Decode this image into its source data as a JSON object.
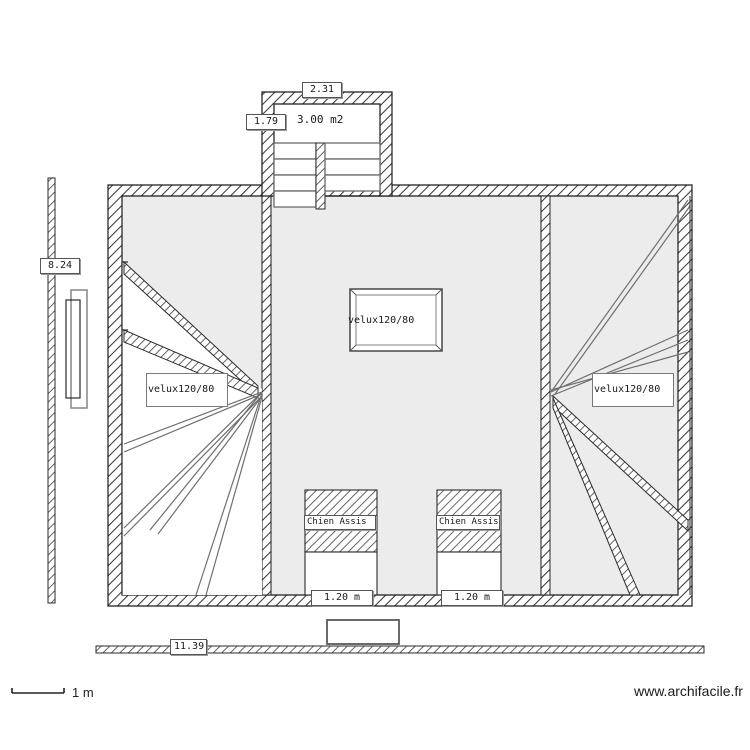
{
  "app": {
    "kind": "floor-plan-drawing",
    "watermark": "www.archifacile.fr"
  },
  "scale_bar": {
    "label": "1 m"
  },
  "colors": {
    "wall_outline": "#1a1a1a",
    "wall_hatch": "#4a4a4a",
    "room_fill": "#ececec",
    "white_fill": "#ffffff",
    "roof_line": "#6f6f6f",
    "label_border": "#555555",
    "text": "#1a1a1a"
  },
  "dimensions": {
    "left_wall": "8.24",
    "bottom_wall": "11.39",
    "stair_width": "2.31",
    "stair_depth": "1.79",
    "dormer_left": "1.20 m",
    "dormer_right": "1.20 m"
  },
  "rooms": [
    {
      "name": "stair-landing",
      "area_label": "3.00 m2"
    }
  ],
  "openings": [
    {
      "id": "velux-left",
      "label": "velux120/80"
    },
    {
      "id": "velux-center",
      "label": "velux120/80"
    },
    {
      "id": "velux-right",
      "label": "velux120/80"
    }
  ],
  "dormers": [
    {
      "id": "chien-assis-left",
      "label": "Chien Assis",
      "width": "1.20 m"
    },
    {
      "id": "chien-assis-right",
      "label": "Chien Assis",
      "width": "1.20 m"
    }
  ]
}
